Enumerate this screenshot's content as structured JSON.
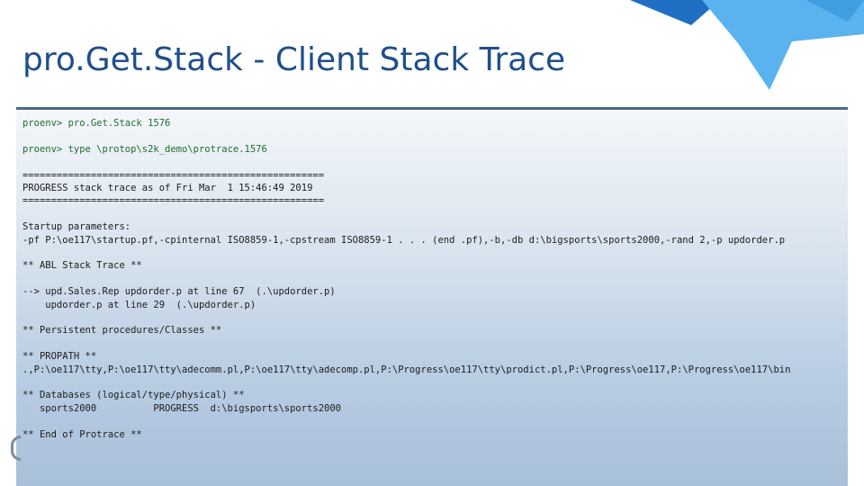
{
  "slide": {
    "title": "pro.Get.Stack - Client Stack Trace"
  },
  "console": {
    "lines": [
      "proenv> pro.Get.Stack 1576",
      "",
      "proenv> type \\protop\\s2k_demo\\protrace.1576",
      "",
      "=====================================================",
      "PROGRESS stack trace as of Fri Mar  1 15:46:49 2019",
      "=====================================================",
      "",
      "Startup parameters:",
      "-pf P:\\oe117\\startup.pf,-cpinternal ISO8859-1,-cpstream ISO8859-1 . . . (end .pf),-b,-db d:\\bigsports\\sports2000,-rand 2,-p updorder.p",
      "",
      "** ABL Stack Trace **",
      "",
      "--> upd.Sales.Rep updorder.p at line 67  (.\\updorder.p)",
      "    updorder.p at line 29  (.\\updorder.p)",
      "",
      "** Persistent procedures/Classes **",
      "",
      "** PROPATH **",
      ".,P:\\oe117\\tty,P:\\oe117\\tty\\adecomm.pl,P:\\oe117\\tty\\adecomp.pl,P:\\Progress\\oe117\\tty\\prodict.pl,P:\\Progress\\oe117,P:\\Progress\\oe117\\bin",
      "",
      "** Databases (logical/type/physical) **",
      "   sports2000          PROGRESS  d:\\bigsports\\sports2000",
      "",
      "** End of Protrace **"
    ]
  },
  "colors": {
    "title": "#1f4e8c",
    "prompt": "#1e6e2e",
    "panel_top": "#f3f6fa",
    "panel_bottom": "#a9c0da",
    "rule": "#4a6a86",
    "decor_dark": "#1e6fc4",
    "decor_light": "#5ab3ef"
  },
  "icons": {
    "corner": "star-shard-decor",
    "footer": "partial-logo-icon"
  }
}
